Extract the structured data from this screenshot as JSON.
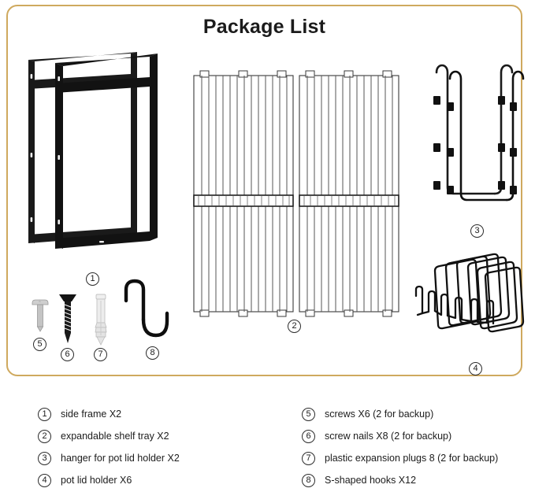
{
  "panel": {
    "title": "Package List",
    "border_color": "#cfa95e",
    "background": "#ffffff"
  },
  "figures": [
    {
      "index": "1",
      "name": "side-frame",
      "callout": "1"
    },
    {
      "index": "2",
      "name": "expandable-shelf-tray",
      "callout": "2"
    },
    {
      "index": "3",
      "name": "hanger-for-pot-lid-holder",
      "callout": "3"
    },
    {
      "index": "4",
      "name": "pot-lid-holder",
      "callout": "4"
    },
    {
      "index": "5",
      "name": "screw",
      "callout": "5"
    },
    {
      "index": "6",
      "name": "screw-nail",
      "callout": "6"
    },
    {
      "index": "7",
      "name": "plastic-expansion-plug",
      "callout": "7"
    },
    {
      "index": "8",
      "name": "s-shaped-hook",
      "callout": "8"
    }
  ],
  "legend": {
    "left": [
      {
        "num": "1",
        "label": "side frame X2"
      },
      {
        "num": "2",
        "label": "expandable shelf tray X2"
      },
      {
        "num": "3",
        "label": "hanger for pot lid holder X2"
      },
      {
        "num": "4",
        "label": "pot lid holder X6"
      }
    ],
    "right": [
      {
        "num": "5",
        "label": "screws X6 (2 for backup)"
      },
      {
        "num": "6",
        "label": "screw nails X8 (2 for backup)"
      },
      {
        "num": "7",
        "label": "plastic expansion plugs 8 (2 for backup)"
      },
      {
        "num": "8",
        "label": "S-shaped hooks X12"
      }
    ]
  },
  "colors": {
    "metal_black": "#1a1a1a",
    "wire_outline": "#3a3a3a",
    "plug_white": "#e8e8e8",
    "screw_silver": "#b9b9b9"
  }
}
